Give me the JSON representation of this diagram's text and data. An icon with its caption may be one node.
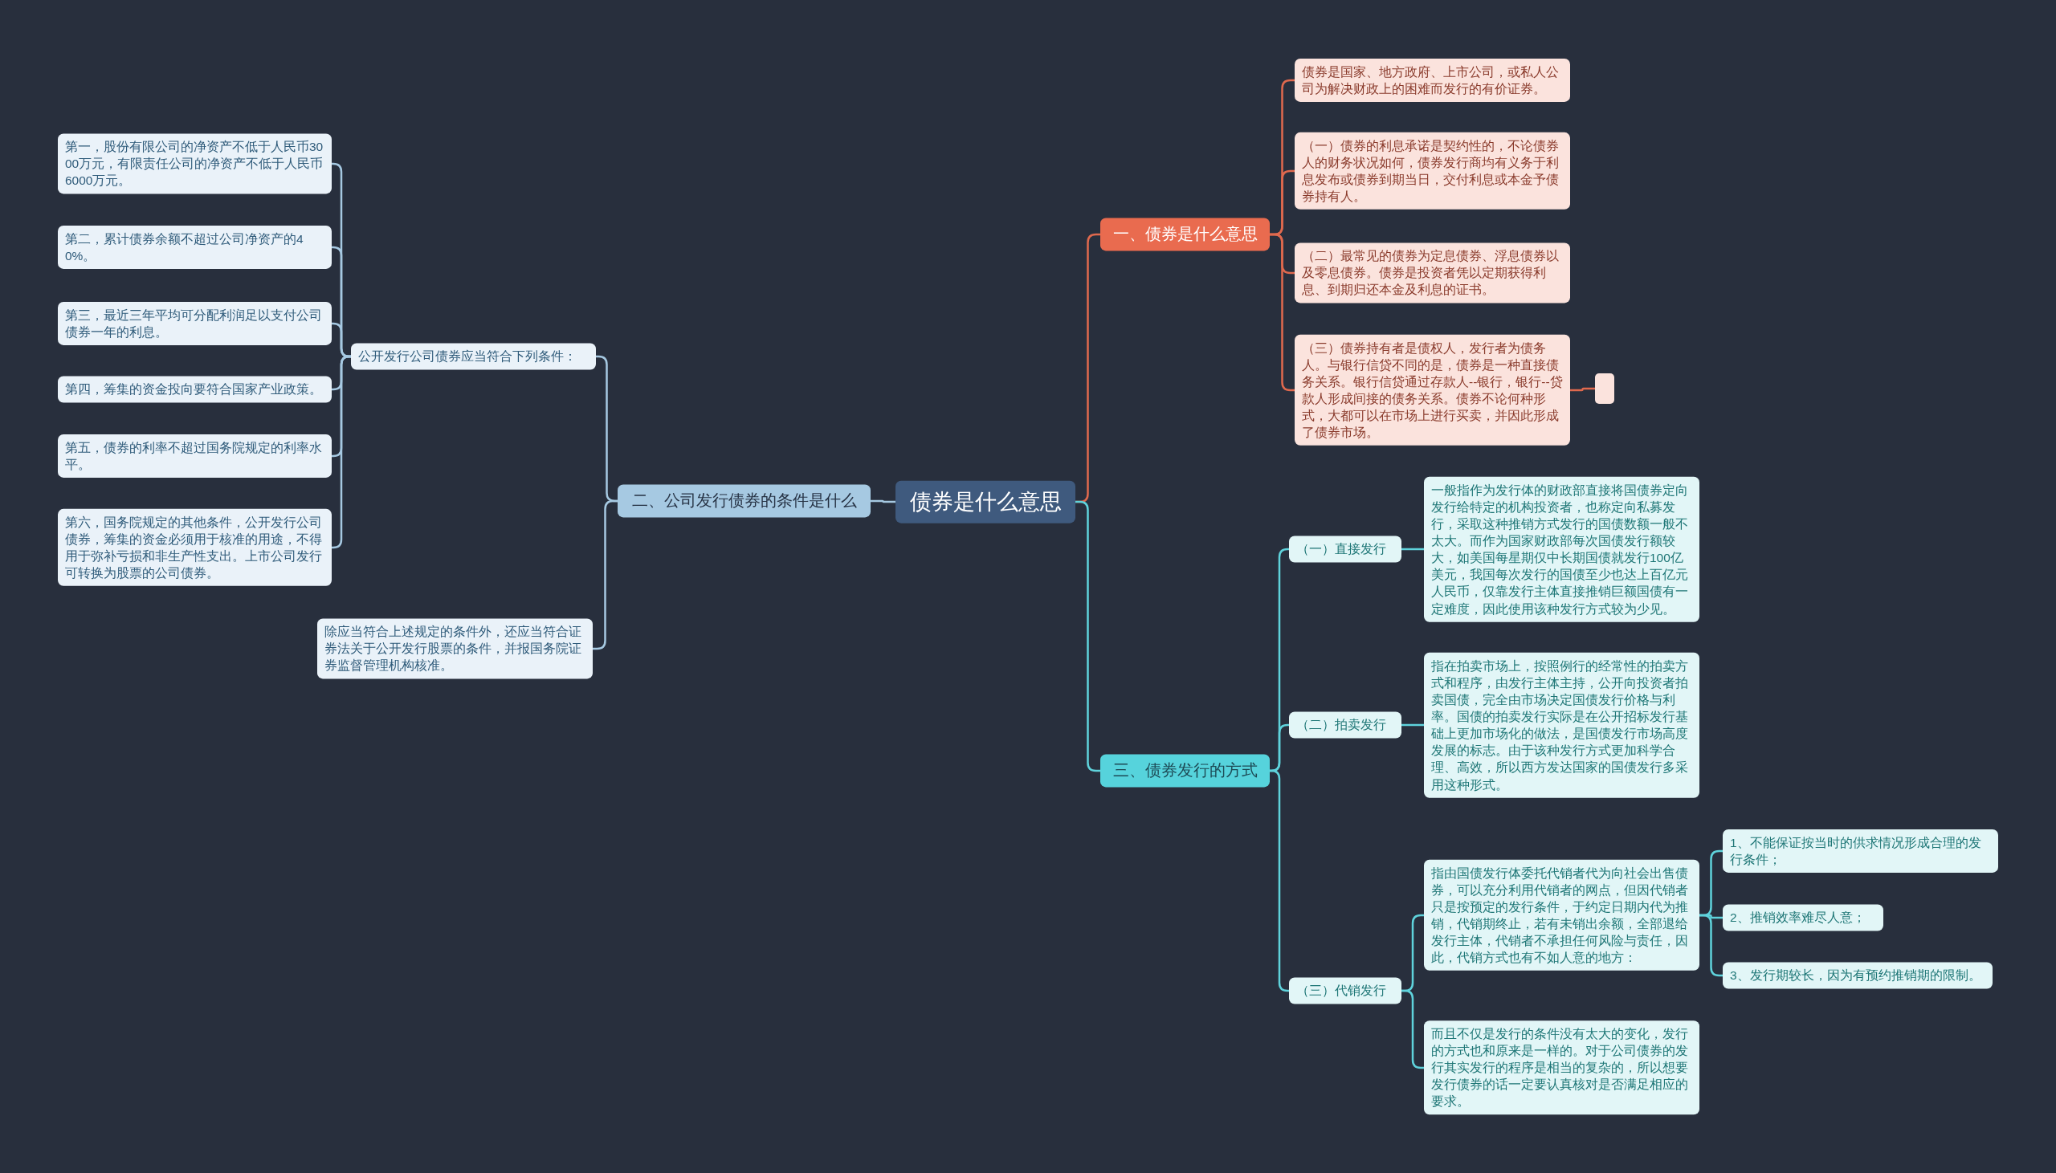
{
  "diagram": {
    "nodes": [
      {
        "text": [
          "债券是什么意思"
        ]
      },
      {
        "text": [
          "一、债券是什么意思"
        ]
      },
      {
        "text": [
          "债券是国家、地方政府、上市公司，或私人公司为解决财政上的困难而发行的有价证券。"
        ]
      },
      {
        "text": [
          "（一）债券的利息承诺是契约性的，不论债券人的财务状况如何，债券发行商均有义务于利息发布或债券到期当日，交付利息或本金予债券持有人。"
        ]
      },
      {
        "text": [
          "（二）最常见的债券为定息债券、浮息债券以及零息债券。债券是投资者凭以定期获得利息、到期归还本金及利息的证书。"
        ]
      },
      {
        "text": [
          "（三）债券持有者是债权人，发行者为债务人。与银行信贷不同的是，债券是一种直接债务关系。银行信贷通过存款人--银行，银行--贷款人形成间接的债务关系。债券不论何种形式，大都可以在市场上进行买卖，并因此形成了债券市场。"
        ]
      },
      {
        "text": [],
        "shape": "box"
      },
      {
        "text": [
          "二、公司发行债券的条件是什么"
        ]
      },
      {
        "text": [
          "公开发行公司债券应当符合下列条件："
        ]
      },
      {
        "text": [
          "第一，股份有限公司的净资产不低于人民币3000万元，有限责任公司的净资产不低于人民币6000万元。"
        ]
      },
      {
        "text": [
          "第二，累计债券余额不超过公司净资产的40%。"
        ]
      },
      {
        "text": [
          "第三，最近三年平均可分配利润足以支付公司债券一年的利息。"
        ]
      },
      {
        "text": [
          "第四，筹集的资金投向要符合国家产业政策。"
        ]
      },
      {
        "text": [
          "第五，债券的利率不超过国务院规定的利率水平。"
        ]
      },
      {
        "text": [
          "第六，国务院规定的其他条件，公开发行公司债券，筹集的资金必须用于核准的用途，不得用于弥补亏损和非生产性支出。上市公司发行可转换为股票的公司债券。"
        ]
      },
      {
        "text": [
          "除应当符合上述规定的条件外，还应当符合证券法关于公开发行股票的条件，并报国务院证券监督管理机构核准。"
        ]
      },
      {
        "text": [
          "三、债券发行的方式"
        ]
      },
      {
        "text": [
          "（一）直接发行"
        ]
      },
      {
        "text": [
          "一般指作为发行体的财政部直接将国债券定向发行给特定的机构投资者，也称定向私募发行，采取这种推销方式发行的国债数额一般不太大。而作为国家财政部每次国债发行额较大，如美国每星期仅中长期国债就发行100亿美元，我国每次发行的国债至少也达上百亿元人民币，仅靠发行主体直接推销巨额国债有一定难度，因此使用该种发行方式较为少见。"
        ]
      },
      {
        "text": [
          "（二）拍卖发行"
        ]
      },
      {
        "text": [
          "指在拍卖市场上，按照例行的经常性的拍卖方式和程序，由发行主体主持，公开向投资者拍卖国债，完全由市场决定国债发行价格与利率。国债的拍卖发行实际是在公开招标发行基础上更加市场化的做法，是国债发行市场高度发展的标志。由于该种发行方式更加科学合理、高效，所以西方发达国家的国债发行多采用这种形式。"
        ]
      },
      {
        "text": [
          "（三）代销发行"
        ]
      },
      {
        "text": [
          "指由国债发行体委托代销者代为向社会出售债券，可以充分利用代销者的网点，但因代销者只是按预定的发行条件，于约定日期内代为推销，代销期终止，若有未销出余额，全部退给发行主体，代销者不承担任何风险与责任，因此，代销方式也有不如人意的地方："
        ]
      },
      {
        "text": [
          "1、不能保证按当时的供求情况形成合理的发行条件；"
        ]
      },
      {
        "text": [
          "2、推销效率难尽人意；"
        ]
      },
      {
        "text": [
          "3、发行期较长，因为有预约推销期的限制。"
        ]
      },
      {
        "text": [
          "而且不仅是发行的条件没有太大的变化，发行的方式也和原来是一样的。对于公司债券的发行其实发行的程序是相当的复杂的，所以想要发行债券的话一定要认真核对是否满足相应的要求。"
        ]
      }
    ],
    "edges": [
      {
        "from": 0,
        "to": 1,
        "arrow": "none",
        "color": "#e0694e"
      },
      {
        "from": 1,
        "to": 2,
        "arrow": "none",
        "color": "#e0694e"
      },
      {
        "from": 1,
        "to": 3,
        "arrow": "none",
        "color": "#e0694e"
      },
      {
        "from": 1,
        "to": 4,
        "arrow": "none",
        "color": "#e0694e"
      },
      {
        "from": 1,
        "to": 5,
        "arrow": "none",
        "color": "#e0694e"
      },
      {
        "from": 5,
        "to": 6,
        "arrow": "none",
        "color": "#e0694e"
      },
      {
        "from": 0,
        "to": 7,
        "arrow": "none",
        "color": "#a6c9e2"
      },
      {
        "from": 7,
        "to": 8,
        "arrow": "none",
        "color": "#a6c9e2"
      },
      {
        "from": 8,
        "to": 9,
        "arrow": "none",
        "color": "#a6c9e2"
      },
      {
        "from": 8,
        "to": 10,
        "arrow": "none",
        "color": "#a6c9e2"
      },
      {
        "from": 8,
        "to": 11,
        "arrow": "none",
        "color": "#a6c9e2"
      },
      {
        "from": 8,
        "to": 12,
        "arrow": "none",
        "color": "#a6c9e2"
      },
      {
        "from": 8,
        "to": 13,
        "arrow": "none",
        "color": "#a6c9e2"
      },
      {
        "from": 8,
        "to": 14,
        "arrow": "none",
        "color": "#a6c9e2"
      },
      {
        "from": 7,
        "to": 15,
        "arrow": "none",
        "color": "#a6c9e2"
      },
      {
        "from": 0,
        "to": 16,
        "arrow": "none"
      },
      {
        "from": 16,
        "to": 17,
        "arrow": "none"
      },
      {
        "from": 17,
        "to": 18,
        "arrow": "none"
      },
      {
        "from": 16,
        "to": 19,
        "arrow": "none"
      },
      {
        "from": 19,
        "to": 20,
        "arrow": "none"
      },
      {
        "from": 16,
        "to": 21,
        "arrow": "none"
      },
      {
        "from": 21,
        "to": 22,
        "arrow": "none"
      },
      {
        "from": 22,
        "to": 23,
        "arrow": "none"
      },
      {
        "from": 22,
        "to": 24,
        "arrow": "none"
      },
      {
        "from": 22,
        "to": 25,
        "arrow": "none"
      },
      {
        "from": 21,
        "to": 26,
        "arrow": "none"
      }
    ]
  }
}
